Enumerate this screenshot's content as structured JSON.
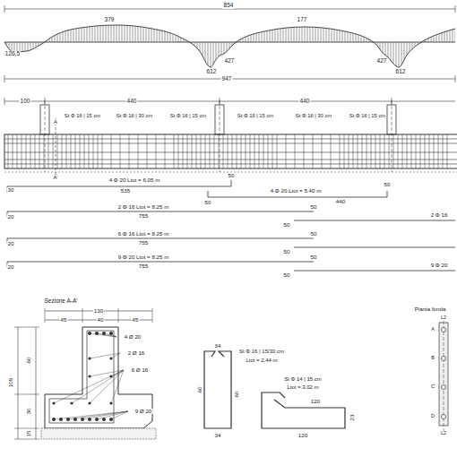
{
  "diagram": {
    "labels": [
      "854",
      "379",
      "177",
      "126,5",
      "612",
      "427",
      "427",
      "612",
      "947",
      "100",
      "440",
      "440",
      "St Φ 16 | 15 cm",
      "St Φ 16 | 30 cm",
      "St Φ 16 | 15 cm",
      "St Φ 16 | 15 cm",
      "St Φ 16 | 30 cm",
      "St Φ 16 | 15 cm",
      "A",
      "A'",
      "4 Φ 20 Ltot = 6.05 m",
      "30",
      "535",
      "50",
      "50",
      "4 Φ 20 Ltot = 5.40 m",
      "440",
      "50",
      "2 Φ 16 Ltot = 8.25 m",
      "20",
      "755",
      "50",
      "50",
      "2 Φ 16",
      "6 Φ 16 Ltot = 8.25 m",
      "20",
      "755",
      "50",
      "50",
      "9 Φ 20 Ltot = 8.25 m",
      "20",
      "755",
      "50",
      "50",
      "9 Φ 20",
      "Sezione A-A'",
      "130",
      "45",
      "40",
      "45",
      "4 Ø 20",
      "2 Ø 16",
      "6 Ø 16",
      "9 Ø 20",
      "105",
      "60",
      "30",
      "15",
      "St Φ 16 | 15/30 cm",
      "Ltot = 2.44 m",
      "34",
      "60",
      "60",
      "34",
      "St Φ 14 | 15 cm",
      "Ltot = 3.02 m",
      "120",
      "23",
      "120",
      "Pianta fonda",
      "L2",
      "A",
      "B",
      "C",
      "D",
      "L2"
    ]
  }
}
